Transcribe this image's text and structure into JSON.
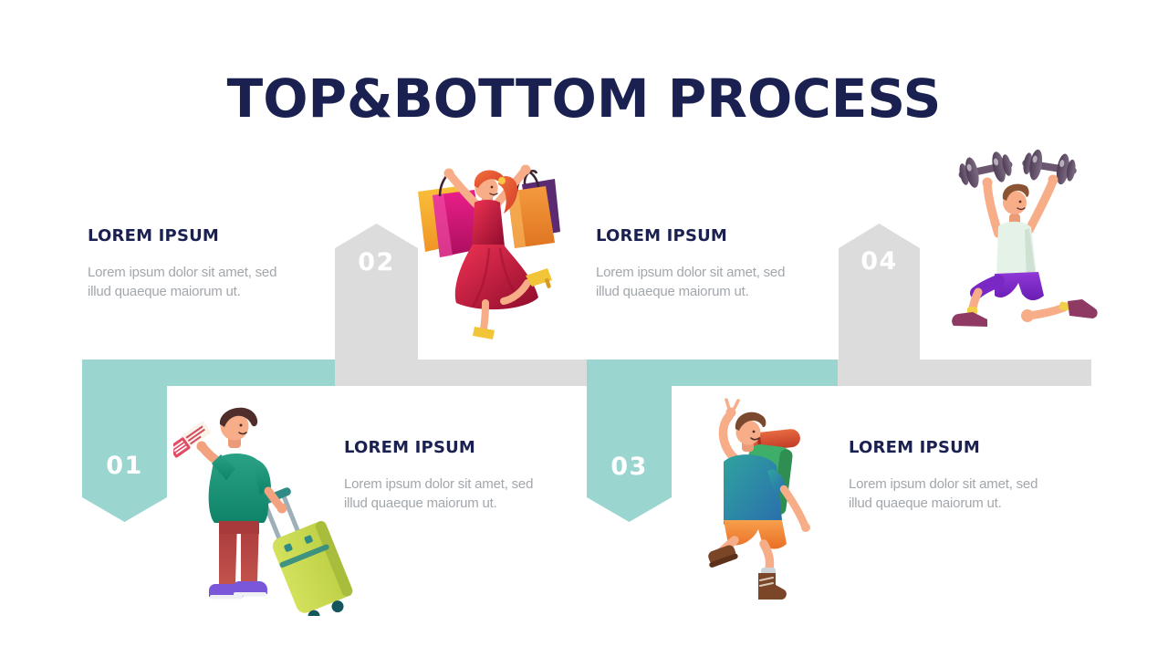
{
  "slide": {
    "title": "TOP&BOTTOM PROCESS"
  },
  "steps": [
    {
      "number": "01",
      "heading": "LOREM IPSUM",
      "body_lines": [
        "Lorem ipsum dolor sit amet, sed",
        "illud quaeque maiorum ut."
      ],
      "illustration": "traveler-with-ticket-and-suitcase",
      "position": "bottom"
    },
    {
      "number": "02",
      "heading": "LOREM IPSUM",
      "body_lines": [
        "Lorem ipsum dolor sit amet, sed",
        "illud quaeque maiorum ut."
      ],
      "illustration": "woman-jumping-with-shopping-bags",
      "position": "top"
    },
    {
      "number": "03",
      "heading": "LOREM IPSUM",
      "body_lines": [
        "Lorem ipsum dolor sit amet, sed",
        "illud quaeque maiorum ut."
      ],
      "illustration": "hiker-with-backpack",
      "position": "bottom"
    },
    {
      "number": "04",
      "heading": "LOREM IPSUM",
      "body_lines": [
        "Lorem ipsum dolor sit amet, sed",
        "illud quaeque maiorum ut."
      ],
      "illustration": "man-lunging-with-dumbbells",
      "position": "top"
    }
  ],
  "colors": {
    "teal": "#9ad5d0",
    "band_gray": "#dcdcdc",
    "navy": "#1a2150",
    "body_text": "#a2a7ac",
    "number_white": "#ffffff",
    "background": "#ffffff"
  }
}
